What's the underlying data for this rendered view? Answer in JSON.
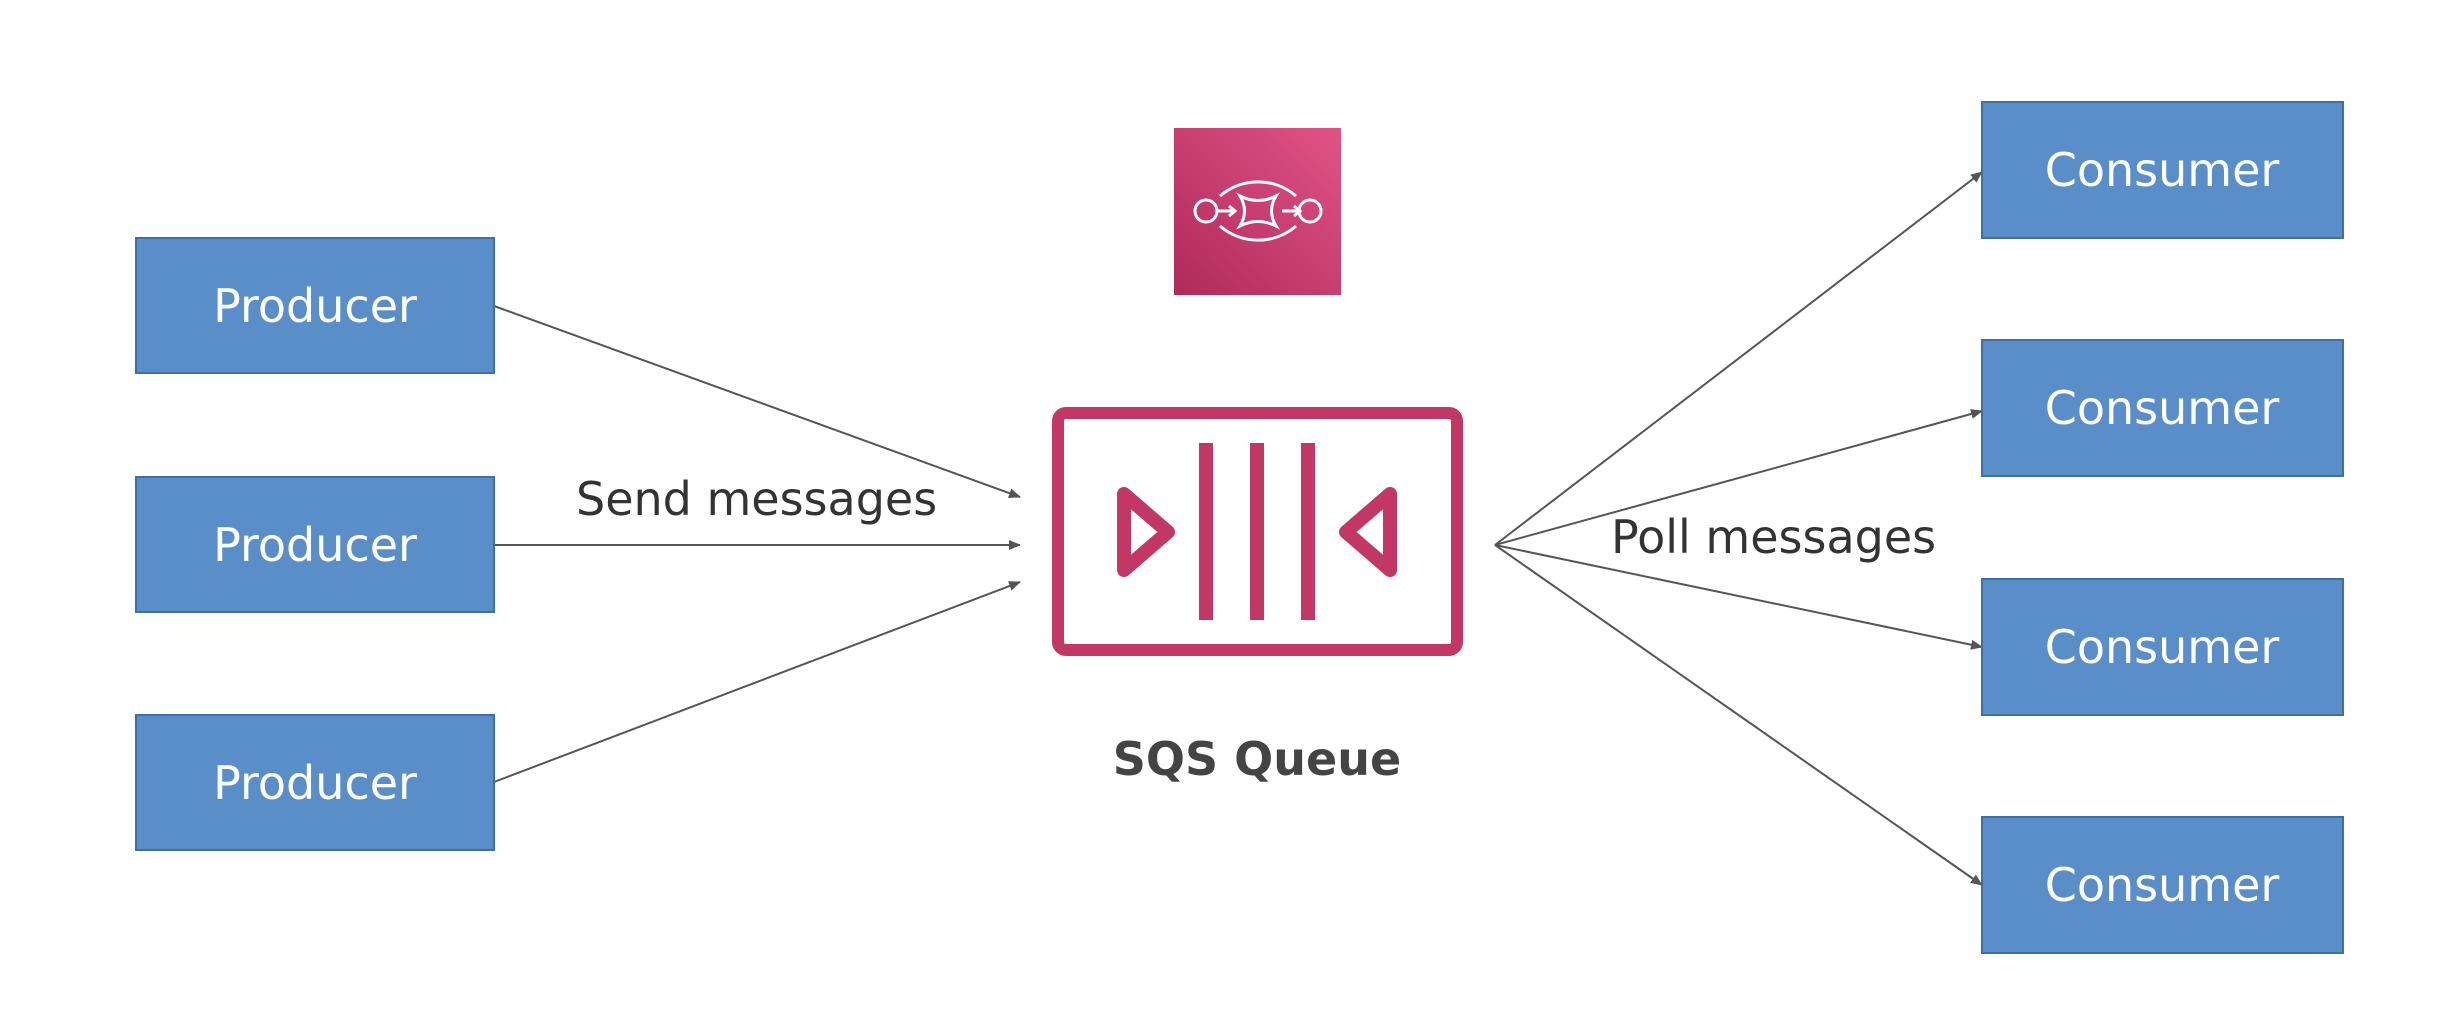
{
  "colors": {
    "box_fill": "#5a8ec8",
    "box_stroke": "#3f6fa3",
    "box_text": "#ffffff",
    "sqs_pink": "#c23766",
    "sqs_pink_light": "#e05388",
    "arrow": "#555555",
    "label_text": "#333333"
  },
  "producers": [
    {
      "label": "Producer"
    },
    {
      "label": "Producer"
    },
    {
      "label": "Producer"
    }
  ],
  "consumers": [
    {
      "label": "Consumer"
    },
    {
      "label": "Consumer"
    },
    {
      "label": "Consumer"
    },
    {
      "label": "Consumer"
    }
  ],
  "edges": {
    "send_label": "Send messages",
    "poll_label": "Poll messages"
  },
  "queue": {
    "label": "SQS Queue",
    "service_icon": "sqs-service-icon",
    "queue_icon": "sqs-queue-icon"
  }
}
